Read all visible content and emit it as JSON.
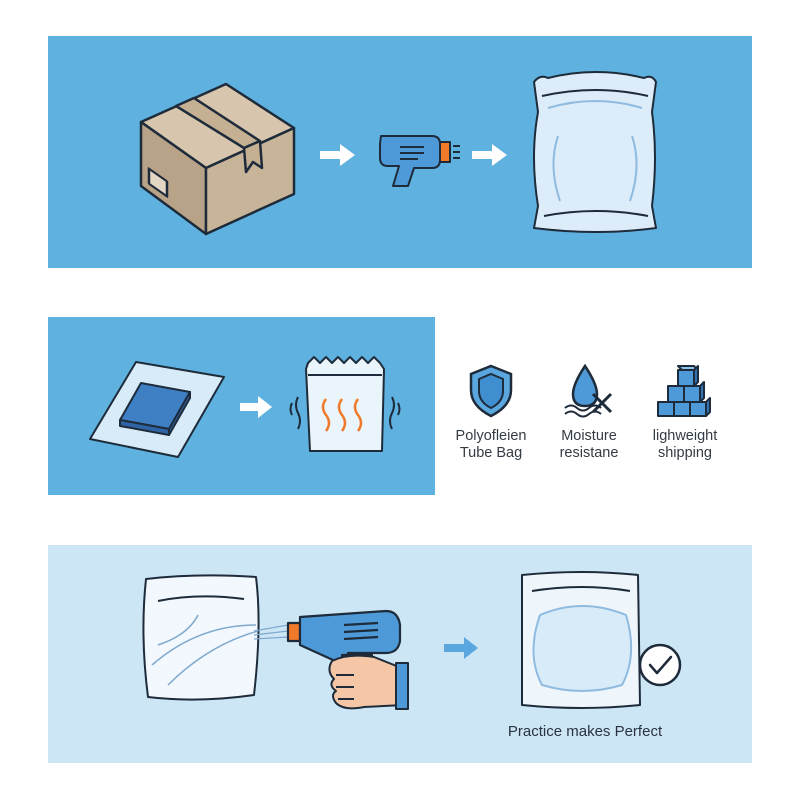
{
  "colors": {
    "panel_blue": "#5fb2df",
    "panel_light": "#cde6f6",
    "icon_outline": "#1e2b3a",
    "icon_blue": "#3f8fd0",
    "accent_orange": "#f07a2a"
  },
  "icons": [
    "cardboard-box-icon",
    "arrow-right-icon",
    "heat-gun-icon",
    "plastic-bag-icon",
    "flat-pouch-icon",
    "heated-bag-icon",
    "shield-icon",
    "water-drop-x-icon",
    "cubes-icon",
    "check-circle-icon",
    "hand-icon"
  ],
  "features": [
    {
      "label": "Polyofleien\nTube Bag",
      "icon": "shield-icon"
    },
    {
      "label": "Moisture\nresistane",
      "icon": "water-drop-x-icon"
    },
    {
      "label": "lighweight\nshipping",
      "icon": "cubes-icon"
    }
  ],
  "caption": "Practice makes Perfect"
}
